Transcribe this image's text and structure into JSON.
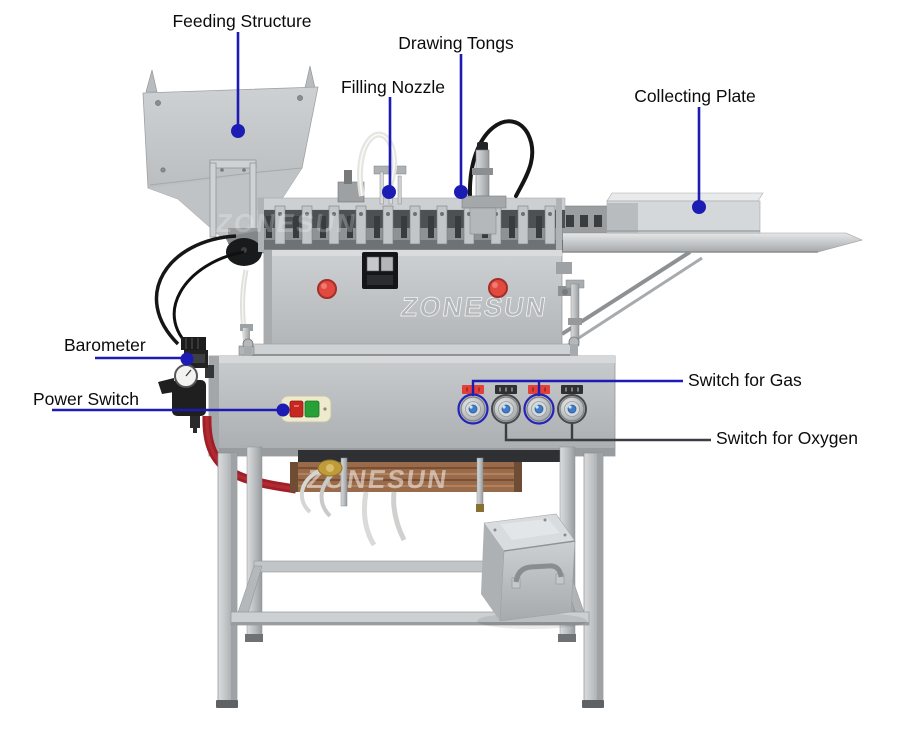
{
  "background": "#ffffff",
  "watermark": {
    "text": "ZONESUN"
  },
  "callouts": {
    "line_color_primary": "#1c1cb5",
    "line_color_secondary": "#3a3d42",
    "text_color": "#0b0b0b",
    "items": [
      {
        "id": "feeding-structure",
        "label": "Feeding Structure"
      },
      {
        "id": "filling-nozzle",
        "label": "Filling Nozzle"
      },
      {
        "id": "drawing-tongs",
        "label": "Drawing Tongs"
      },
      {
        "id": "collecting-plate",
        "label": "Collecting Plate"
      },
      {
        "id": "barometer",
        "label": "Barometer"
      },
      {
        "id": "power-switch",
        "label": "Power Switch"
      },
      {
        "id": "switch-for-gas",
        "label": "Switch for Gas"
      },
      {
        "id": "switch-for-oxygen",
        "label": "Switch for Oxygen"
      }
    ]
  },
  "machine": {
    "valve_count": 4,
    "accent_colors": {
      "red_knob": "#e2493f",
      "power_button_red": "#c8271f",
      "power_button_green": "#27a036",
      "valve_center_blue": "#3f7cc9",
      "gas_tag_red": "#e2413a",
      "oxygen_tag_black": "#2e3032",
      "hose_red": "#9e1f27"
    }
  }
}
